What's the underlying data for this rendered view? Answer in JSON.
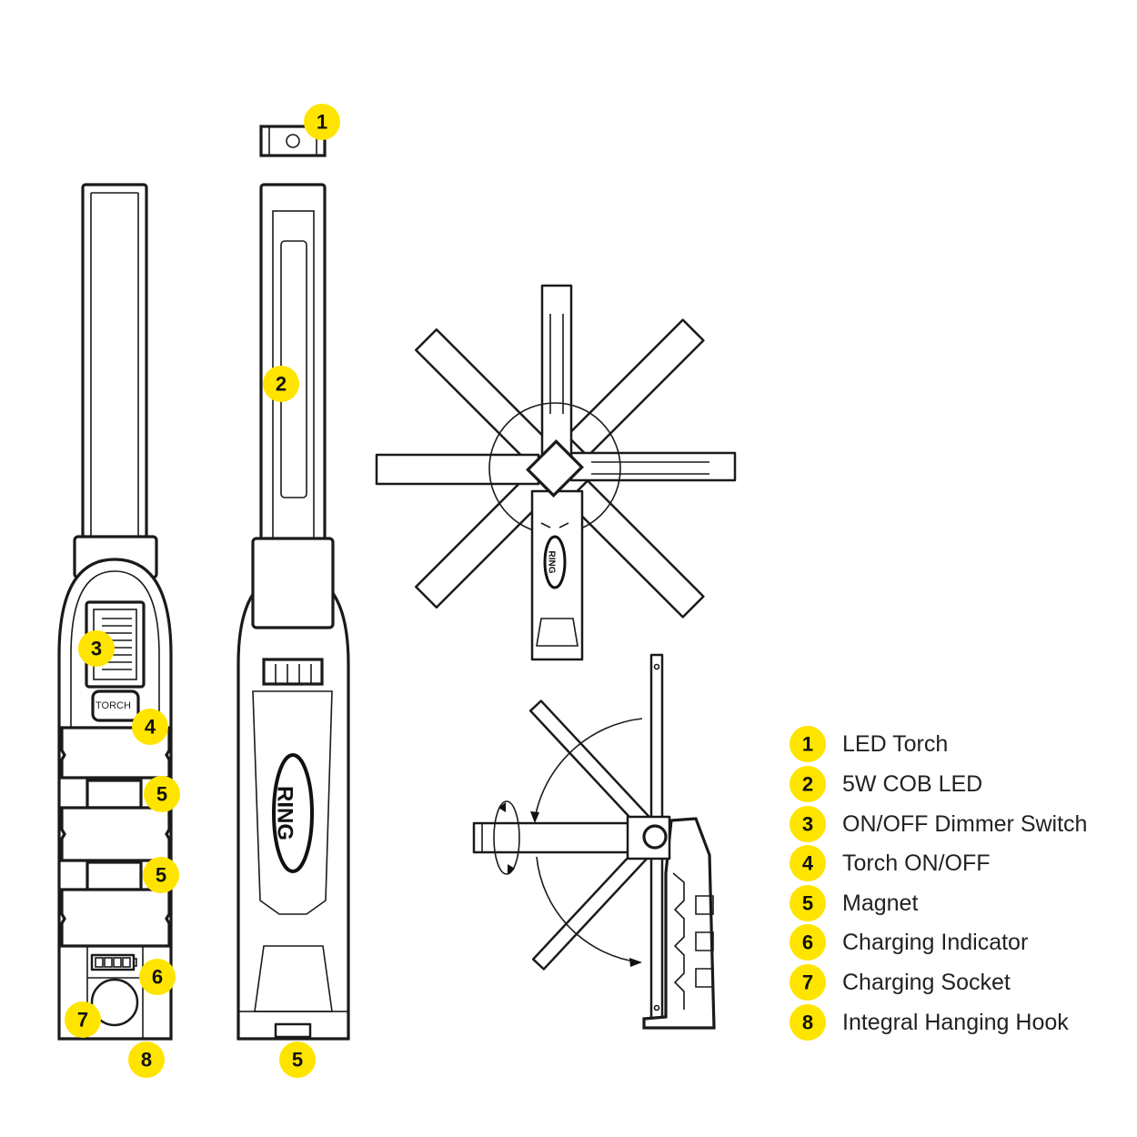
{
  "accent_color": "#FFE400",
  "callouts": {
    "cap": "1",
    "cob": "2",
    "dimmer": "3",
    "torch": "4",
    "magnet_a": "5",
    "magnet_b": "5",
    "indicator": "6",
    "socket": "7",
    "hook": "8",
    "magnet_base": "5"
  },
  "device": {
    "torch_button_label": "TORCH",
    "brand_logo": "RING"
  },
  "legend": [
    {
      "number": "1",
      "label": "LED Torch"
    },
    {
      "number": "2",
      "label": "5W COB LED"
    },
    {
      "number": "3",
      "label": "ON/OFF Dimmer Switch"
    },
    {
      "number": "4",
      "label": "Torch ON/OFF"
    },
    {
      "number": "5",
      "label": "Magnet"
    },
    {
      "number": "6",
      "label": "Charging Indicator"
    },
    {
      "number": "7",
      "label": "Charging Socket"
    },
    {
      "number": "8",
      "label": "Integral Hanging Hook"
    }
  ]
}
